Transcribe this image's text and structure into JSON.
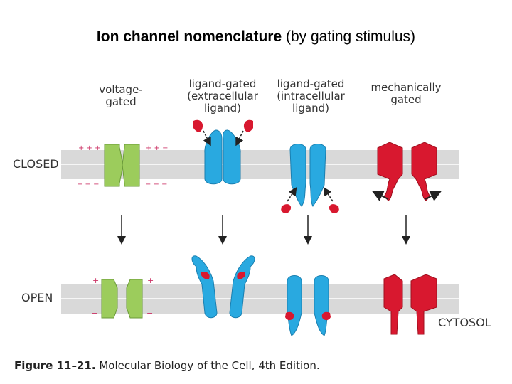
{
  "title": {
    "main": "Ion channel nomenclature",
    "sub": "(by gating stimulus)"
  },
  "columns": [
    {
      "label": "voltage-\ngated"
    },
    {
      "label": "ligand-gated\n(extracellular\nligand)"
    },
    {
      "label": "ligand-gated\n(intracellular\nligand)"
    },
    {
      "label": "mechanically\ngated"
    }
  ],
  "rows": {
    "closed": "CLOSED",
    "open": "OPEN",
    "cytosol": "CYTOSOL"
  },
  "charges": {
    "closed_top_left": "+ + +",
    "closed_top_right": "+ + −",
    "closed_bottom_left": "− − −",
    "closed_bottom_right": "− − −",
    "open_top": "+",
    "open_bottom": "−"
  },
  "caption": {
    "figure": "Figure 11–21.",
    "text": "Molecular Biology of the Cell, 4th Edition."
  },
  "colors": {
    "membrane": "#d9d9d9",
    "membrane_line": "#ffffff",
    "voltage_channel": "#9ccc5c",
    "ligand_channel": "#29a9e0",
    "mechanical_channel": "#d8182f",
    "ligand": "#d8182f",
    "charge": "#cc3366",
    "arrow": "#222222"
  }
}
